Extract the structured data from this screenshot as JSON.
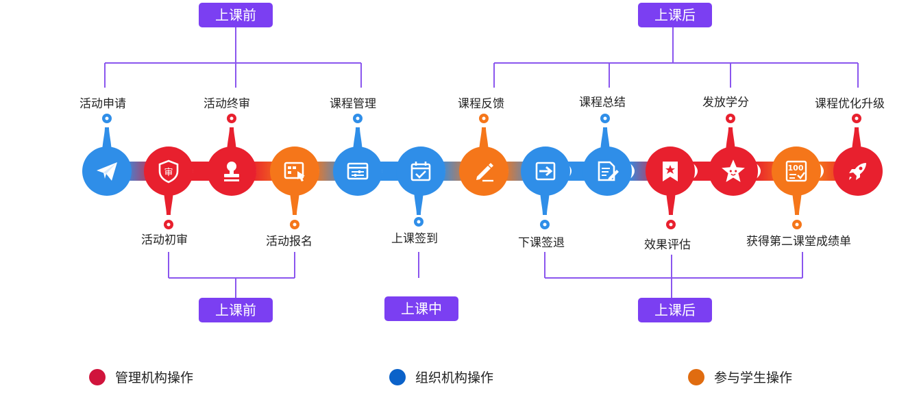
{
  "phases": {
    "top_before": "上课前",
    "top_after": "上课后",
    "bottom_before": "上课前",
    "bottom_during": "上课中",
    "bottom_after": "上课后"
  },
  "steps": [
    {
      "label": "活动申请",
      "role": "org",
      "icon": "paper-plane-icon"
    },
    {
      "label": "活动初审",
      "role": "admin",
      "icon": "shield-audit-icon"
    },
    {
      "label": "活动终审",
      "role": "admin",
      "icon": "stamp-icon"
    },
    {
      "label": "活动报名",
      "role": "student",
      "icon": "form-click-icon"
    },
    {
      "label": "课程管理",
      "role": "org",
      "icon": "settings-panel-icon"
    },
    {
      "label": "上课签到",
      "role": "org",
      "icon": "calendar-check-icon"
    },
    {
      "label": "课程反馈",
      "role": "student",
      "icon": "pencil-icon"
    },
    {
      "label": "下课签退",
      "role": "org",
      "icon": "sign-out-icon"
    },
    {
      "label": "课程总结",
      "role": "org",
      "icon": "document-edit-icon"
    },
    {
      "label": "效果评估",
      "role": "admin",
      "icon": "bookmark-star-icon"
    },
    {
      "label": "发放学分",
      "role": "admin",
      "icon": "star-face-icon"
    },
    {
      "label": "获得第二课堂成绩单",
      "role": "student",
      "icon": "score-sheet-icon"
    },
    {
      "label": "课程优化升级",
      "role": "admin",
      "icon": "rocket-icon"
    }
  ],
  "legend": [
    {
      "label": "管理机构操作",
      "color": "#d0143c"
    },
    {
      "label": "组织机构操作",
      "color": "#0b62c9"
    },
    {
      "label": "参与学生操作",
      "color": "#e06c10"
    }
  ],
  "colors": {
    "admin": "#e8202e",
    "org": "#2f8ee8",
    "student": "#f5761a",
    "phase_box": "#7b3ff2",
    "connector": "#7b3ff2"
  }
}
